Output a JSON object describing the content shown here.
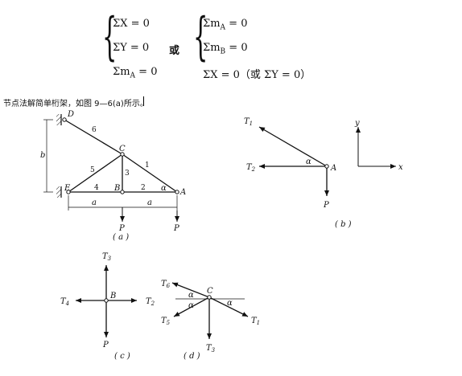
{
  "equations": {
    "left": [
      "ΣX = 0",
      "ΣY = 0",
      "Σm_A = 0"
    ],
    "or_word": "或",
    "right": [
      "Σm_A = 0",
      "Σm_B = 0",
      "ΣX = 0（或 ΣY = 0）"
    ]
  },
  "caption": "节点法解简单桁架，如图 9—6(a)所示。",
  "figure_a": {
    "nodes": {
      "D": "D",
      "C": "C",
      "E": "E",
      "B": "B",
      "A": "A"
    },
    "members": [
      "6",
      "5",
      "3",
      "1",
      "4",
      "2"
    ],
    "angle": "α",
    "height_label": "b",
    "span_labels": [
      "a",
      "a"
    ],
    "loads": [
      "P",
      "P"
    ],
    "sublabel": "( a )"
  },
  "figure_b": {
    "forces": {
      "T1": "T",
      "T1_sub": "1",
      "T2": "T",
      "T2_sub": "2"
    },
    "node": "A",
    "angle": "α",
    "load": "P",
    "axes": {
      "y": "y",
      "x": "x"
    },
    "sublabel": "( b )"
  },
  "figure_c": {
    "node": "B",
    "forces": [
      {
        "main": "T",
        "sub": "3"
      },
      {
        "main": "T",
        "sub": "4"
      },
      {
        "main": "T",
        "sub": "2"
      }
    ],
    "load": "P",
    "sublabel": "( c )"
  },
  "figure_d": {
    "node": "C",
    "forces": [
      {
        "main": "T",
        "sub": "6"
      },
      {
        "main": "T",
        "sub": "5"
      },
      {
        "main": "T",
        "sub": "3"
      },
      {
        "main": "T",
        "sub": "1"
      }
    ],
    "angles": [
      "α",
      "α",
      "α"
    ],
    "sublabel": "( d )"
  }
}
